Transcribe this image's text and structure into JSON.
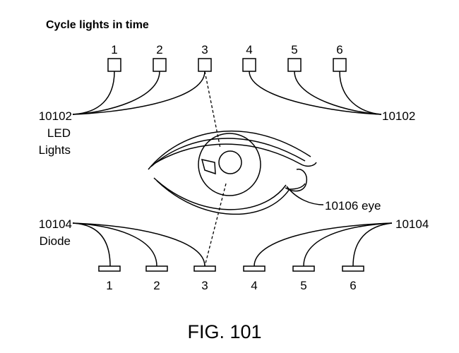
{
  "title": "Cycle lights in time",
  "led_numbers": [
    "1",
    "2",
    "3",
    "4",
    "5",
    "6"
  ],
  "diode_numbers": [
    "1",
    "2",
    "3",
    "4",
    "5",
    "6"
  ],
  "labels": {
    "led_ref_left": "10102",
    "led_ref_right": "10102",
    "led_name_1": "LED",
    "led_name_2": "Lights",
    "diode_ref_left": "10104",
    "diode_ref_right": "10104",
    "diode_name": "Diode",
    "eye": "10106 eye"
  },
  "figure_caption": "FIG. 101"
}
